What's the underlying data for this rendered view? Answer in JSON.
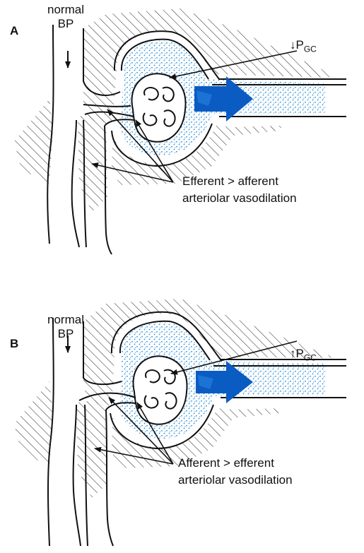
{
  "panels": [
    {
      "label": "A",
      "bp_line1": "normal",
      "bp_line2": "BP",
      "pgc_arrow": "↓",
      "pgc_base": "P",
      "pgc_sub": "GC",
      "caption_line1": "Efferent > afferent",
      "caption_line2": "arteriolar vasodilation"
    },
    {
      "label": "B",
      "bp_line1": "normal",
      "bp_line2": "BP",
      "pgc_arrow": "↑",
      "pgc_base": "P",
      "pgc_sub": "GC",
      "caption_line1": "Afferent > efferent",
      "caption_line2": "arteriolar vasodilation"
    }
  ],
  "colors": {
    "line": "#111111",
    "filtrate_dots": "#2b8fd6",
    "flow_arrow": "#0a5cc2"
  }
}
